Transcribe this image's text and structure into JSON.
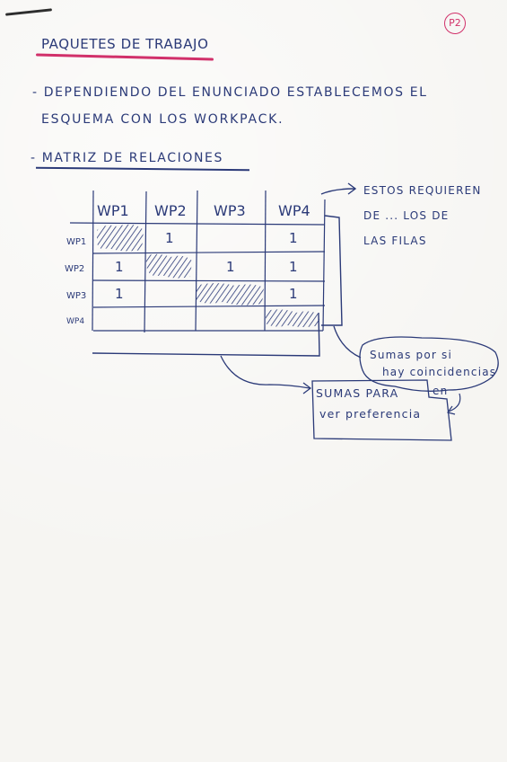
{
  "page_number": "P2",
  "title": "PAQUETES DE TRABAJO",
  "bullet1": {
    "line1": "- DEPENDIENDO DEL ENUNCIADO ESTABLECEMOS EL",
    "line2": "ESQUEMA CON LOS WORKPACK."
  },
  "bullet2": "- MATRIZ DE RELACIONES",
  "matrix": {
    "columns": [
      "WP1",
      "WP2",
      "WP3",
      "WP4"
    ],
    "rows": [
      "WP1",
      "WP2",
      "WP3",
      "WP4"
    ],
    "cells": [
      [
        "",
        "1",
        "",
        "1"
      ],
      [
        "1",
        "",
        "1",
        "1"
      ],
      [
        "1",
        "",
        "",
        "1"
      ],
      [
        "",
        "",
        "",
        ""
      ]
    ]
  },
  "note_right": {
    "line1": "ESTOS REQUIEREN",
    "line2": "DE ... LOS DE",
    "line3": "LAS FILAS"
  },
  "note_bubble": {
    "line1": "Sumas por si",
    "line2": "hay coincidencias"
  },
  "note_bubble_tail": "en",
  "note_sumas": {
    "line1": "SUMAS PARA",
    "line2": "ver preferencia"
  },
  "colors": {
    "ink": "#2b3a78",
    "accent": "#d1306a"
  }
}
